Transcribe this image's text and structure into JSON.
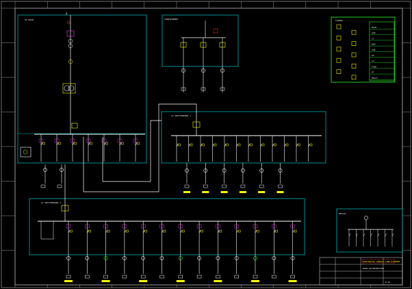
{
  "drawing": {
    "background": "#000000",
    "colors": {
      "frame": "#bfbfbf",
      "panel_border": "#00b3b3",
      "busbar": "#ffffff",
      "feeder": "#ffffff",
      "device_red": "#ff3030",
      "device_yellow": "#ffff00",
      "device_magenta": "#ff40ff",
      "device_green": "#30ff30",
      "device_cyan": "#40e0ff",
      "legend_border": "#30ff30"
    },
    "panels": [
      {
        "id": "hv-incoming",
        "title": "HV ROOM"
      },
      {
        "id": "transformer-room",
        "title": "TRANSFORMER"
      },
      {
        "id": "lv-distribution-upper",
        "title": "LV SWITCHBOARD 1"
      },
      {
        "id": "lv-distribution-lower",
        "title": "LV SWITCHBOARD 2"
      },
      {
        "id": "detail-box",
        "title": "DETAIL"
      }
    ],
    "upper_feeder_count": 7,
    "mid_feeder_count": 12,
    "lower_feeder_count": 13,
    "legend": {
      "title": "LEGEND",
      "rows": [
        "MCCB",
        "ACB",
        "CT",
        "KWH",
        "VCB",
        "DS",
        "LA",
        "FUSE",
        "PT",
        "RELAY"
      ]
    },
    "title_block": {
      "project_label": "ELECTRICAL SINGLE LINE DIAGRAM",
      "drawing_title": "MAIN DISTRIBUTION",
      "sheet": "E-01"
    }
  }
}
